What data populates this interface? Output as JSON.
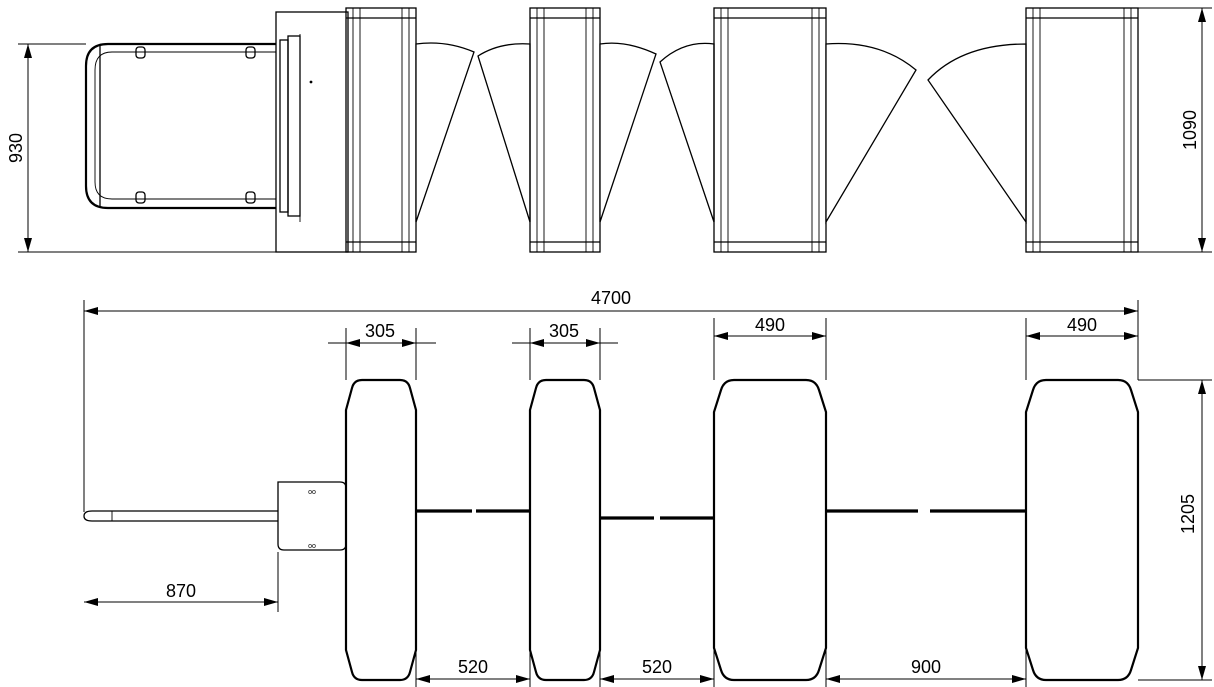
{
  "drawing": {
    "side_view": {
      "height_guard": "930",
      "height_cabinet": "1090"
    },
    "top_view": {
      "total_length": "4700",
      "guard_length": "870",
      "cabinet_widths": [
        "305",
        "305",
        "490",
        "490"
      ],
      "passage_widths": [
        "520",
        "520",
        "900"
      ],
      "cabinet_depth": "1205"
    }
  }
}
